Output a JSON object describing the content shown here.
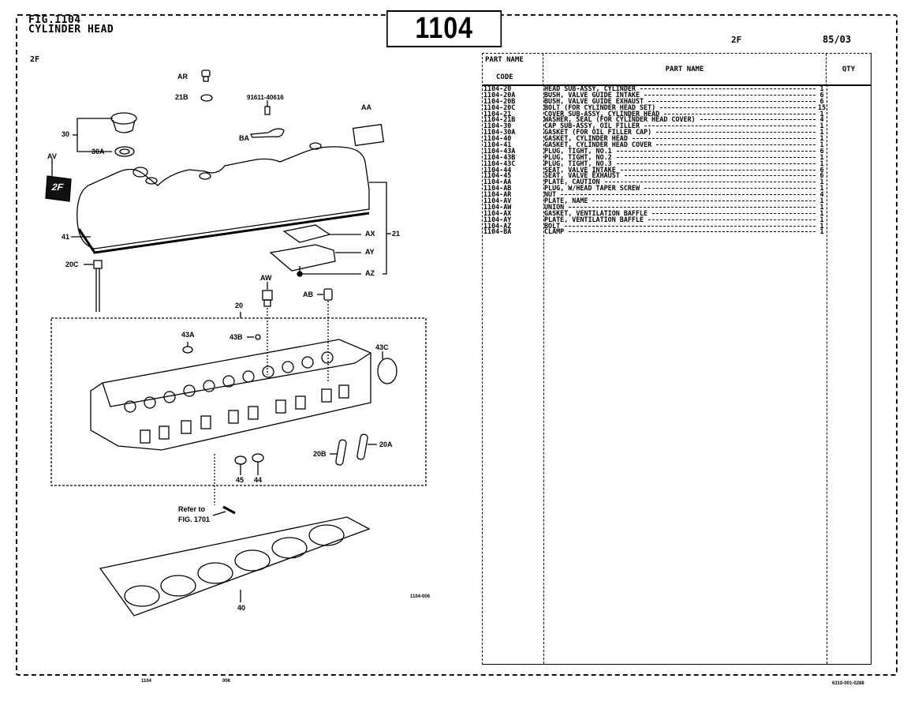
{
  "header": {
    "fig_label": "FIG.1104",
    "fig_title": "CYLINDER HEAD",
    "engine_left": "2F",
    "fig_number": "1104",
    "engine_right": "2F",
    "date": "85/03"
  },
  "table": {
    "headers": {
      "code_line1": "PART NAME",
      "code_line2": "CODE",
      "name": "PART  NAME",
      "qty": "QTY"
    },
    "rows": [
      {
        "code": "1104-20",
        "name": "HEAD SUB-ASSY, CYLINDER",
        "qty": "1"
      },
      {
        "code": "1104-20A",
        "name": "BUSH, VALVE GUIDE INTAKE",
        "qty": "6"
      },
      {
        "code": "1104-20B",
        "name": "BUSH, VALVE GUIDE EXHAUST",
        "qty": "6"
      },
      {
        "code": "1104-20C",
        "name": "BOLT (FOR CYLINDER HEAD SET)",
        "qty": "15"
      },
      {
        "code": "1104-21",
        "name": "COVER SUB-ASSY, CYLINDER HEAD",
        "qty": "1"
      },
      {
        "code": "1104-21B",
        "name": "WASHER, SEAL (FOR CYLINDER HEAD COVER)",
        "qty": "4"
      },
      {
        "code": "1104-30",
        "name": "CAP SUB-ASSY, OIL FILLER",
        "qty": "1"
      },
      {
        "code": "1104-30A",
        "name": "GASKET (FOR OIL FILLER CAP)",
        "qty": "1"
      },
      {
        "code": "1104-40",
        "name": "GASKET, CYLINDER HEAD",
        "qty": "1"
      },
      {
        "code": "1104-41",
        "name": "GASKET, CYLINDER HEAD COVER",
        "qty": "1"
      },
      {
        "code": "1104-43A",
        "name": "PLUG, TIGHT, NO.1",
        "qty": "6"
      },
      {
        "code": "1104-43B",
        "name": "PLUG, TIGHT, NO.2",
        "qty": "1"
      },
      {
        "code": "1104-43C",
        "name": "PLUG, TIGHT, NO.3",
        "qty": "1"
      },
      {
        "code": "1104-44",
        "name": "SEAT, VALVE INTAKE",
        "qty": "6"
      },
      {
        "code": "1104-45",
        "name": "SEAT, VALVE EXHAUST",
        "qty": "6"
      },
      {
        "code": "1104-AA",
        "name": "PLATE, CAUTION",
        "qty": "1"
      },
      {
        "code": "1104-AB",
        "name": "PLUG, W/HEAD TAPER SCREW",
        "qty": "1"
      },
      {
        "code": "1104-AR",
        "name": "NUT",
        "qty": "4"
      },
      {
        "code": "1104-AV",
        "name": "PLATE, NAME",
        "qty": "1"
      },
      {
        "code": "1104-AW",
        "name": "UNION",
        "qty": "1"
      },
      {
        "code": "1104-AX",
        "name": "GASKET, VENTILATION BAFFLE",
        "qty": "1"
      },
      {
        "code": "1104-AY",
        "name": "PLATE, VENTILATION BAFFLE",
        "qty": "1"
      },
      {
        "code": "1104-AZ",
        "name": "BOLT",
        "qty": "1"
      },
      {
        "code": "1104-BA",
        "name": "CLAMP",
        "qty": "1"
      }
    ]
  },
  "diagram": {
    "callouts": {
      "AR": "AR",
      "21B": "21B",
      "part_91611": "91611-40616",
      "AA": "AA",
      "BA": "BA",
      "30": "30",
      "30A": "30A",
      "AV": "AV",
      "AV_plate_text": "2F",
      "41": "41",
      "AX": "AX",
      "AY": "AY",
      "AZ": "AZ",
      "21": "21",
      "20C": "20C",
      "AW": "AW",
      "AB": "AB",
      "20": "20",
      "43A": "43A",
      "43B": "43B",
      "43C": "43C",
      "20B": "20B",
      "20A": "20A",
      "45": "45",
      "44": "44",
      "40": "40"
    },
    "refer_to_line1": "Refer to",
    "refer_to_line2": "FIG. 1701",
    "drawing_id": "1104-006"
  },
  "footer": {
    "left_code": "1104",
    "mid_code": "006",
    "right_code": "6310-001-0288"
  }
}
